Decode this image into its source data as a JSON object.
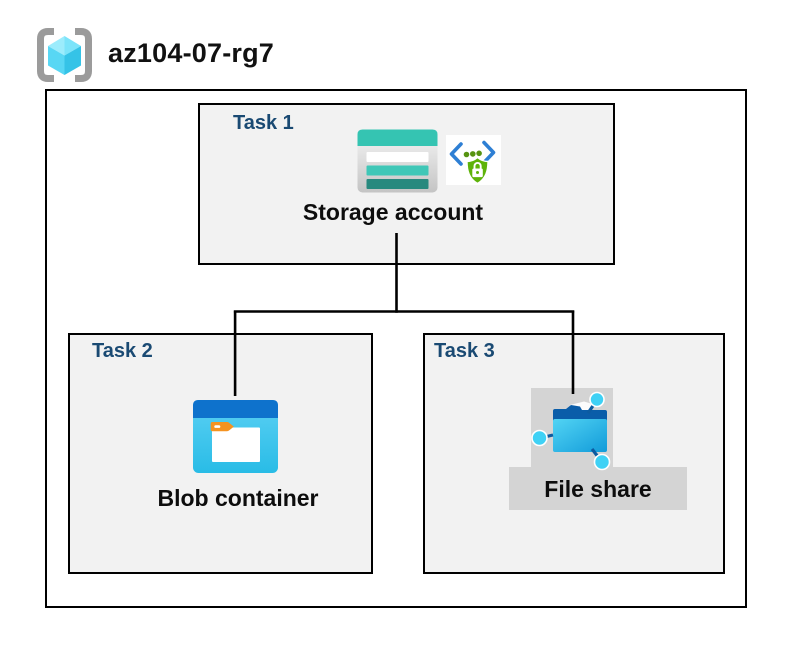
{
  "header": {
    "icon": "resource-group-icon",
    "resource_group_name": "az104-07-rg7"
  },
  "diagram": {
    "tasks": [
      {
        "label": "Task 1",
        "resource": "Storage account",
        "icons": [
          "storage-account-icon",
          "secure-access-sas-icon"
        ]
      },
      {
        "label": "Task 2",
        "resource": "Blob container",
        "icons": [
          "blob-container-icon"
        ]
      },
      {
        "label": "Task 3",
        "resource": "File share",
        "icons": [
          "file-share-icon"
        ],
        "highlighted": true
      }
    ],
    "connections": [
      {
        "from": "Storage account",
        "to": "Blob container"
      },
      {
        "from": "Storage account",
        "to": "File share"
      }
    ]
  },
  "colors": {
    "task_label_navy": "#1a4a73",
    "task_box_fill": "#f2f2f2",
    "border_black": "#000000",
    "storage_teal": "#35c4b2",
    "storage_teal_dark": "#27897e",
    "blob_header_blue": "#0e72cc",
    "blob_body_cyan": "#3fc9ee",
    "file_share_cyan": "#2fb9e9",
    "selection_gray": "#d4d4d4",
    "sas_shield_green": "#5eb30a",
    "sas_chevron_blue": "#2e7fd4",
    "bracket_gray": "#9b9b9b",
    "cube_cyan_light": "#8ee9fb"
  }
}
